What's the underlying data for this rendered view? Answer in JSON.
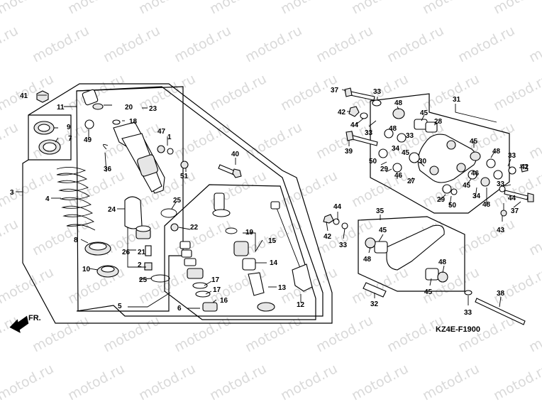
{
  "watermark": {
    "text": "motod.ru"
  },
  "diagram_code": "KZ4E-F1900",
  "front_marker": {
    "label": "FR.",
    "icon": "arrow-left-icon"
  },
  "callouts": {
    "c1": "1",
    "c2": "2",
    "c3": "3",
    "c4": "4",
    "c5": "5",
    "c6": "6",
    "c7": "7",
    "c8": "8",
    "c9": "9",
    "c10": "10",
    "c11": "11",
    "c12": "12",
    "c13": "13",
    "c14": "14",
    "c15": "15",
    "c16": "16",
    "c17a": "17",
    "c17b": "17",
    "c18": "18",
    "c19": "19",
    "c20": "20",
    "c21": "21",
    "c22": "22",
    "c23": "23",
    "c24": "24",
    "c25a": "25",
    "c25b": "25",
    "c26": "26",
    "c27": "27",
    "c28": "28",
    "c29a": "29",
    "c29b": "29",
    "c30": "30",
    "c31": "31",
    "c32": "32",
    "c33a": "33",
    "c33b": "33",
    "c33c": "33",
    "c33d": "33",
    "c33e": "33",
    "c34a": "34",
    "c34b": "34",
    "c35": "35",
    "c36": "36",
    "c37a": "37",
    "c37b": "37",
    "c38": "38",
    "c39": "39",
    "c40": "40",
    "c41": "41",
    "c42a": "42",
    "c42b": "42",
    "c42c": "42",
    "c43": "43",
    "c44a": "44",
    "c44b": "44",
    "c44c": "44",
    "c45a": "45",
    "c45b": "45",
    "c45c": "45",
    "c45d": "45",
    "c45e": "45",
    "c45f": "45",
    "c46a": "46",
    "c46b": "46",
    "c47": "47",
    "c48a": "48",
    "c48b": "48",
    "c48c": "48",
    "c48d": "48",
    "c48e": "48",
    "c49": "49",
    "c50a": "50",
    "c50b": "50",
    "c51": "51"
  }
}
